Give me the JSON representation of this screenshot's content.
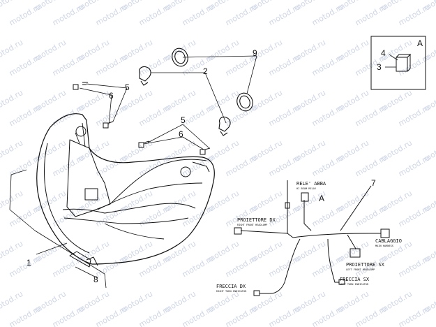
{
  "watermark": "motod.ru",
  "part_numbers": {
    "p1": "1",
    "p2": "2",
    "p3": "3",
    "p4": "4",
    "p5a": "5",
    "p5b": "5",
    "p6a": "6",
    "p6b": "6",
    "p7": "7",
    "p8": "8",
    "p9": "9"
  },
  "inset": {
    "letter": "A"
  },
  "relay_callout": {
    "letter": "A"
  },
  "labels": {
    "rele_abba": "RELE' ABBA",
    "rele_abba_sub": "HI BEAM RELAY",
    "proiettore_dx": "PROIETTORE DX",
    "proiettore_dx_sub": "RIGHT FRONT HEADLAMP",
    "cablaggio": "CABLAGGIO",
    "cablaggio_sub": "MAIN HARNESS",
    "proiettore_sx": "PROIETTORE SX",
    "proiettore_sx_sub": "LEFT FRONT HEADLAMP",
    "freccia_sx": "FRECCIA SX",
    "freccia_sx_sub": "LEFT TURN INDICATOR",
    "freccia_dx": "FRECCIA DX",
    "freccia_dx_sub": "RIGHT TURN INDICATOR"
  }
}
